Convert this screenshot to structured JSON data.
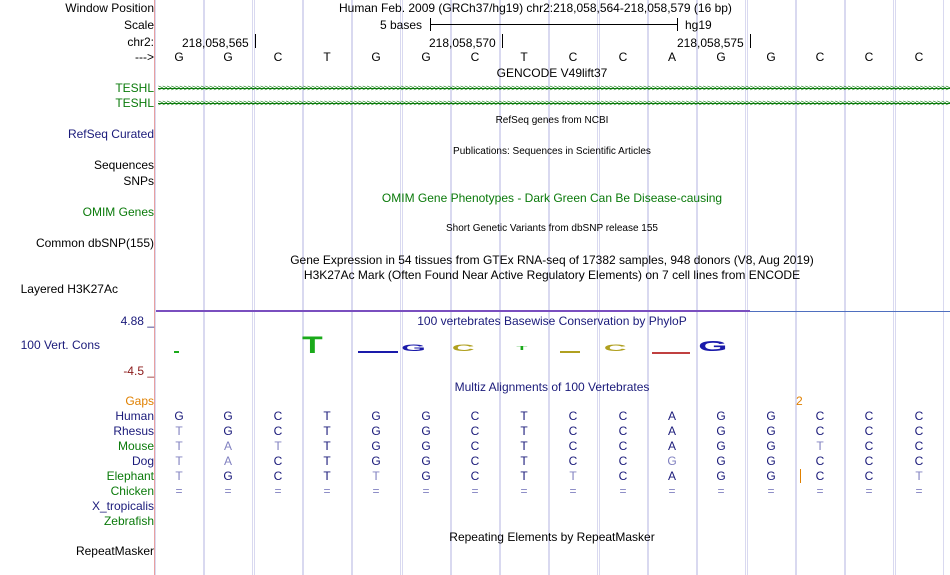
{
  "browser": {
    "labels": {
      "window_position": "Window Position",
      "scale": "Scale",
      "chr": "chr2:",
      "arrows": "--->",
      "teshl_1": "TESHL",
      "teshl_2": "TESHL",
      "refseq": "RefSeq Curated",
      "sequences": "Sequences",
      "snps": "SNPs",
      "omim": "OMIM Genes",
      "common_dbsnp": "Common dbSNP(155)",
      "layered": "Layered H3K27Ac",
      "cons_max": "4.88 _",
      "cons_label": "100 Vert. Cons",
      "cons_min": "-4.5 _",
      "gaps": "Gaps",
      "species": [
        "Human",
        "Rhesus",
        "Mouse",
        "Dog",
        "Elephant",
        "Chicken",
        "X_tropicalis",
        "Zebrafish"
      ],
      "repeatmasker": "RepeatMasker"
    },
    "header": {
      "position": "Human Feb. 2009 (GRCh37/hg19)   chr2:218,058,564-218,058,579 (16 bp)",
      "scale_text": "5 bases",
      "assembly": "hg19",
      "coord_1": "218,058,565",
      "coord_2": "218,058,570",
      "coord_3": "218,058,575"
    },
    "sequence": [
      "G",
      "G",
      "C",
      "T",
      "G",
      "G",
      "C",
      "T",
      "C",
      "C",
      "A",
      "G",
      "G",
      "C",
      "C",
      "C"
    ],
    "tracks": {
      "gencode": "GENCODE V49lift37",
      "refseq_desc": "RefSeq genes from NCBI",
      "publications": "Publications: Sequences in Scientific Articles",
      "omim_desc": "OMIM Gene Phenotypes - Dark Green Can Be Disease-causing",
      "dbsnp_desc": "Short Genetic Variants from dbSNP release 155",
      "gtex": "Gene Expression in 54 tissues from GTEx RNA-seq of 17382 samples, 948 donors (V8, Aug 2019)",
      "h3k27ac": "H3K27Ac Mark (Often Found Near Active Regulatory Elements) on 7 cell lines from ENCODE",
      "phylop": "100 vertebrates Basewise Conservation by PhyloP",
      "multiz": "Multiz Alignments of 100 Vertebrates",
      "repeat": "Repeating Elements by RepeatMasker",
      "gap_count": "2"
    },
    "alignment": [
      [
        "T",
        "G",
        "C",
        "T",
        "G",
        "G",
        "C",
        "T",
        "C",
        "C",
        "A",
        "G",
        "G",
        "C",
        "C",
        "C"
      ],
      [
        "T",
        "A",
        "T",
        "T",
        "G",
        "G",
        "C",
        "T",
        "C",
        "C",
        "A",
        "G",
        "G",
        "T",
        "C",
        "C"
      ],
      [
        "T",
        "A",
        "C",
        "T",
        "G",
        "G",
        "C",
        "T",
        "C",
        "C",
        "G",
        "G",
        "G",
        "C",
        "C",
        "C"
      ],
      [
        "T",
        "G",
        "C",
        "T",
        "T",
        "G",
        "C",
        "T",
        "T",
        "C",
        "A",
        "G",
        "G",
        "C",
        "C",
        "T"
      ],
      [
        "=",
        "=",
        "=",
        "=",
        "=",
        "=",
        "=",
        "=",
        "=",
        "=",
        "=",
        "=",
        "=",
        "=",
        "=",
        "="
      ]
    ],
    "phylop_logo": [
      "T",
      "",
      "G",
      "C",
      "T",
      "",
      "C",
      "",
      "G"
    ],
    "colors": {
      "navy": "#1a1a7a",
      "green": "#0a7a0a",
      "dark_red": "#8b1a1a",
      "orange": "#e08000"
    }
  }
}
